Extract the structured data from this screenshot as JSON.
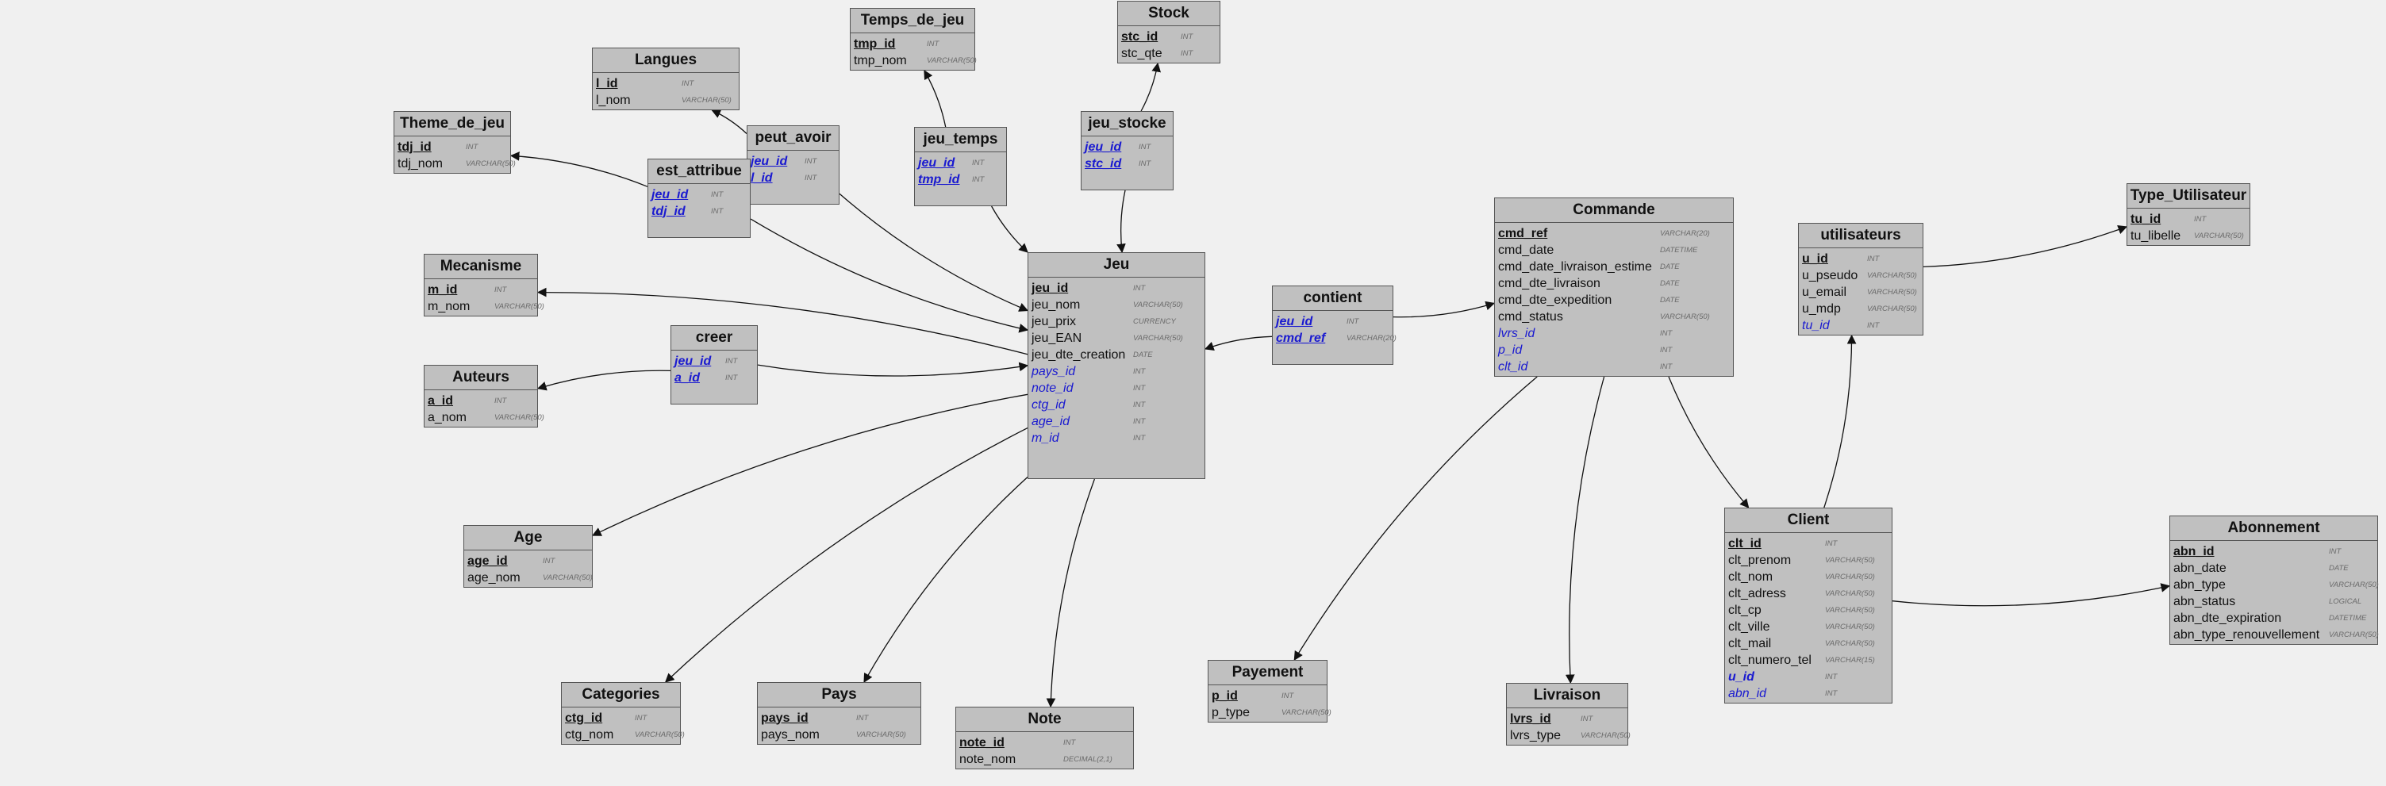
{
  "tables": [
    {
      "name": "Temps_de_jeu",
      "fields": [
        {
          "n": "tmp_id",
          "t": "INT",
          "pk": true
        },
        {
          "n": "tmp_nom",
          "t": "VARCHAR(50)"
        }
      ]
    },
    {
      "name": "Stock",
      "fields": [
        {
          "n": "stc_id",
          "t": "INT",
          "pk": true
        },
        {
          "n": "stc_qte",
          "t": "INT"
        }
      ]
    },
    {
      "name": "Langues",
      "fields": [
        {
          "n": "l_id",
          "t": "INT",
          "pk": true
        },
        {
          "n": "l_nom",
          "t": "VARCHAR(50)"
        }
      ]
    },
    {
      "name": "Theme_de_jeu",
      "fields": [
        {
          "n": "tdj_id",
          "t": "INT",
          "pk": true
        },
        {
          "n": "tdj_nom",
          "t": "VARCHAR(50)"
        }
      ]
    },
    {
      "name": "peut_avoir",
      "fields": [
        {
          "n": "jeu_id",
          "t": "INT",
          "pk": true,
          "fk": true
        },
        {
          "n": "l_id",
          "t": "INT",
          "pk": true,
          "fk": true
        }
      ]
    },
    {
      "name": "jeu_temps",
      "fields": [
        {
          "n": "jeu_id",
          "t": "INT",
          "pk": true,
          "fk": true
        },
        {
          "n": "tmp_id",
          "t": "INT",
          "pk": true,
          "fk": true
        }
      ]
    },
    {
      "name": "jeu_stocke",
      "fields": [
        {
          "n": "jeu_id",
          "t": "INT",
          "pk": true,
          "fk": true
        },
        {
          "n": "stc_id",
          "t": "INT",
          "pk": true,
          "fk": true
        }
      ]
    },
    {
      "name": "est_attribue",
      "fields": [
        {
          "n": "jeu_id",
          "t": "INT",
          "pk": true,
          "fk": true
        },
        {
          "n": "tdj_id",
          "t": "INT",
          "pk": true,
          "fk": true
        }
      ]
    },
    {
      "name": "Mecanisme",
      "fields": [
        {
          "n": "m_id",
          "t": "INT",
          "pk": true
        },
        {
          "n": "m_nom",
          "t": "VARCHAR(50)"
        }
      ]
    },
    {
      "name": "creer",
      "fields": [
        {
          "n": "jeu_id",
          "t": "INT",
          "pk": true,
          "fk": true
        },
        {
          "n": "a_id",
          "t": "INT",
          "pk": true,
          "fk": true
        }
      ]
    },
    {
      "name": "Auteurs",
      "fields": [
        {
          "n": "a_id",
          "t": "INT",
          "pk": true
        },
        {
          "n": "a_nom",
          "t": "VARCHAR(50)"
        }
      ]
    },
    {
      "name": "Jeu",
      "fields": [
        {
          "n": "jeu_id",
          "t": "INT",
          "pk": true
        },
        {
          "n": "jeu_nom",
          "t": "VARCHAR(50)"
        },
        {
          "n": "jeu_prix",
          "t": "CURRENCY"
        },
        {
          "n": "jeu_EAN",
          "t": "VARCHAR(50)"
        },
        {
          "n": "jeu_dte_creation",
          "t": "DATE"
        },
        {
          "n": "pays_id",
          "t": "INT",
          "fk": true
        },
        {
          "n": "note_id",
          "t": "INT",
          "fk": true
        },
        {
          "n": "ctg_id",
          "t": "INT",
          "fk": true
        },
        {
          "n": "age_id",
          "t": "INT",
          "fk": true
        },
        {
          "n": "m_id",
          "t": "INT",
          "fk": true
        }
      ]
    },
    {
      "name": "contient",
      "fields": [
        {
          "n": "jeu_id",
          "t": "INT",
          "pk": true,
          "fk": true
        },
        {
          "n": "cmd_ref",
          "t": "VARCHAR(20)",
          "pk": true,
          "fk": true
        }
      ]
    },
    {
      "name": "Commande",
      "fields": [
        {
          "n": "cmd_ref",
          "t": "VARCHAR(20)",
          "pk": true
        },
        {
          "n": "cmd_date",
          "t": "DATETIME"
        },
        {
          "n": "cmd_date_livraison_estime",
          "t": "DATE"
        },
        {
          "n": "cmd_dte_livraison",
          "t": "DATE"
        },
        {
          "n": "cmd_dte_expedition",
          "t": "DATE"
        },
        {
          "n": "cmd_status",
          "t": "VARCHAR(50)"
        },
        {
          "n": "lvrs_id",
          "t": "INT",
          "fk": true
        },
        {
          "n": "p_id",
          "t": "INT",
          "fk": true
        },
        {
          "n": "clt_id",
          "t": "INT",
          "fk": true
        }
      ]
    },
    {
      "name": "utilisateurs",
      "fields": [
        {
          "n": "u_id",
          "t": "INT",
          "pk": true
        },
        {
          "n": "u_pseudo",
          "t": "VARCHAR(50)"
        },
        {
          "n": "u_email",
          "t": "VARCHAR(50)"
        },
        {
          "n": "u_mdp",
          "t": "VARCHAR(50)"
        },
        {
          "n": "tu_id",
          "t": "INT",
          "fk": true
        }
      ]
    },
    {
      "name": "Type_Utilisateur",
      "fields": [
        {
          "n": "tu_id",
          "t": "INT",
          "pk": true
        },
        {
          "n": "tu_libelle",
          "t": "VARCHAR(50)"
        }
      ]
    },
    {
      "name": "Age",
      "fields": [
        {
          "n": "age_id",
          "t": "INT",
          "pk": true
        },
        {
          "n": "age_nom",
          "t": "VARCHAR(50)"
        }
      ]
    },
    {
      "name": "Client",
      "fields": [
        {
          "n": "clt_id",
          "t": "INT",
          "pk": true
        },
        {
          "n": "clt_prenom",
          "t": "VARCHAR(50)"
        },
        {
          "n": "clt_nom",
          "t": "VARCHAR(50)"
        },
        {
          "n": "clt_adress",
          "t": "VARCHAR(50)"
        },
        {
          "n": "clt_cp",
          "t": "VARCHAR(50)"
        },
        {
          "n": "clt_ville",
          "t": "VARCHAR(50)"
        },
        {
          "n": "clt_mail",
          "t": "VARCHAR(50)"
        },
        {
          "n": "clt_numero_tel",
          "t": "VARCHAR(15)"
        },
        {
          "n": "u_id",
          "t": "INT",
          "fk": true,
          "bold": true
        },
        {
          "n": "abn_id",
          "t": "INT",
          "fk": true
        }
      ]
    },
    {
      "name": "Abonnement",
      "fields": [
        {
          "n": "abn_id",
          "t": "INT",
          "pk": true
        },
        {
          "n": "abn_date",
          "t": "DATE"
        },
        {
          "n": "abn_type",
          "t": "VARCHAR(50)"
        },
        {
          "n": "abn_status",
          "t": "LOGICAL"
        },
        {
          "n": "abn_dte_expiration",
          "t": "DATETIME"
        },
        {
          "n": "abn_type_renouvellement",
          "t": "VARCHAR(50)"
        }
      ]
    },
    {
      "name": "Payement",
      "fields": [
        {
          "n": "p_id",
          "t": "INT",
          "pk": true
        },
        {
          "n": "p_type",
          "t": "VARCHAR(50)"
        }
      ]
    },
    {
      "name": "Livraison",
      "fields": [
        {
          "n": "lvrs_id",
          "t": "INT",
          "pk": true
        },
        {
          "n": "lvrs_type",
          "t": "VARCHAR(50)"
        }
      ]
    },
    {
      "name": "Categories",
      "fields": [
        {
          "n": "ctg_id",
          "t": "INT",
          "pk": true
        },
        {
          "n": "ctg_nom",
          "t": "VARCHAR(50)"
        }
      ]
    },
    {
      "name": "Pays",
      "fields": [
        {
          "n": "pays_id",
          "t": "INT",
          "pk": true
        },
        {
          "n": "pays_nom",
          "t": "VARCHAR(50)"
        }
      ]
    },
    {
      "name": "Note",
      "fields": [
        {
          "n": "note_id",
          "t": "INT",
          "pk": true
        },
        {
          "n": "note_nom",
          "t": "DECIMAL(2,1)"
        }
      ]
    }
  ],
  "relations": [
    {
      "from": "jeu_temps",
      "to": "Temps_de_jeu"
    },
    {
      "from": "jeu_temps",
      "to": "Jeu"
    },
    {
      "from": "jeu_stocke",
      "to": "Stock"
    },
    {
      "from": "jeu_stocke",
      "to": "Jeu"
    },
    {
      "from": "peut_avoir",
      "to": "Langues"
    },
    {
      "from": "peut_avoir",
      "to": "Jeu"
    },
    {
      "from": "est_attribue",
      "to": "Theme_de_jeu"
    },
    {
      "from": "est_attribue",
      "to": "Jeu"
    },
    {
      "from": "creer",
      "to": "Auteurs"
    },
    {
      "from": "creer",
      "to": "Jeu"
    },
    {
      "from": "Jeu",
      "to": "Mecanisme"
    },
    {
      "from": "Jeu",
      "to": "Age"
    },
    {
      "from": "Jeu",
      "to": "Categories"
    },
    {
      "from": "Jeu",
      "to": "Pays"
    },
    {
      "from": "Jeu",
      "to": "Note"
    },
    {
      "from": "contient",
      "to": "Jeu"
    },
    {
      "from": "contient",
      "to": "Commande"
    },
    {
      "from": "Commande",
      "to": "Payement"
    },
    {
      "from": "Commande",
      "to": "Livraison"
    },
    {
      "from": "Commande",
      "to": "Client"
    },
    {
      "from": "Client",
      "to": "utilisateurs"
    },
    {
      "from": "Client",
      "to": "Abonnement"
    },
    {
      "from": "utilisateurs",
      "to": "Type_Utilisateur"
    }
  ]
}
